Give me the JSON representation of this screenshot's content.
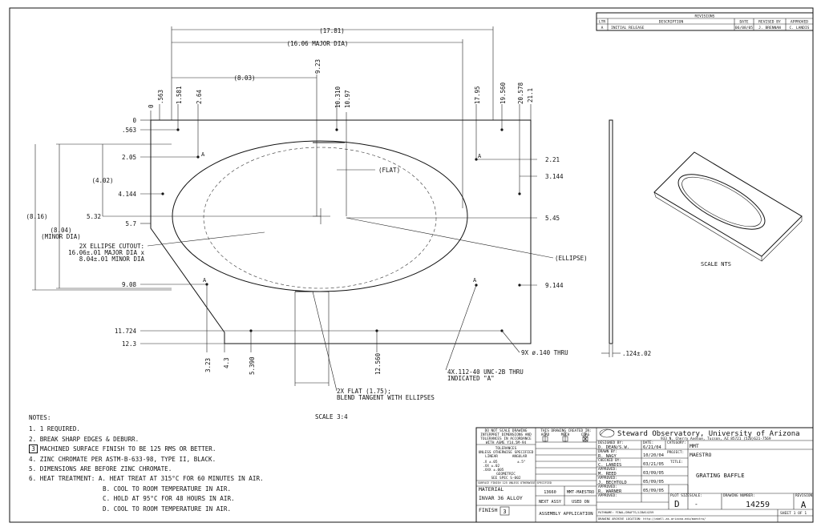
{
  "revisions": {
    "header": "REVISIONS",
    "columns": [
      "LTR",
      "DESCRIPTION",
      "DATE",
      "REVISED BY",
      "APPROVED"
    ],
    "rows": [
      [
        "A",
        "INITIAL RELEASE",
        "06/08/05",
        "J. BRENNAN",
        "C. LANDIS"
      ]
    ]
  },
  "dims": {
    "overall_17_81": "(17.81)",
    "major_dia": "(16.06 MAJOR DIA)",
    "dim_8_03": "(8.03)",
    "x_0": "0",
    "x_563": ".563",
    "x_1581": "1.581",
    "x_264": "2.64",
    "x_923": "9.23",
    "x_10310": "10.310",
    "x_1097": "10.97",
    "x_1795": "17.95",
    "x_19560": "19.560",
    "x_20578": "20.578",
    "x_211": "21.1",
    "y_0": "0",
    "y_563": ".563",
    "y_205": "2.05",
    "y_4144": "4.144",
    "y_532": "5.32",
    "y_57": "5.7",
    "y_908": "9.08",
    "y_11724": "11.724",
    "y_123": "12.3",
    "r_221": "2.21",
    "r_3144": "3.144",
    "r_545": "5.45",
    "r_9144": "9.144",
    "dim_402": "(4.02)",
    "dim_816": "(8.16)",
    "dim_804": "(8.04)",
    "minor_dia": "(MINOR DIA)",
    "flat": "(FLAT)",
    "ellipse": "(ELLIPSE)",
    "b_323": "3.23",
    "b_43": "4.3",
    "b_5390": "5.390",
    "b_12560": "12.560",
    "thru": "9X ø.140 THRU",
    "thickness": ".124±.02",
    "tap_line1": "4X.112-40 UNC-2B THRU",
    "tap_line2": "INDICATED \"A\"",
    "flat_line1": "2X FLAT (1.75);",
    "flat_line2": "BLEND TANGENT WITH ELLIPSES",
    "cut_line1": "2X ELLIPSE CUTOUT:",
    "cut_line2": "16.06±.01 MAJOR DIA x",
    "cut_line3": "8.04±.01 MINOR DIA",
    "marker_a": "A"
  },
  "scale_main": "SCALE 3:4",
  "scale_nts": "SCALE NTS",
  "notes": {
    "title": "NOTES:",
    "items": [
      "1. 1 REQUIRED.",
      "2. BREAK SHARP EDGES & DEBURR.",
      "3",
      "MACHINED SURFACE FINISH TO BE 125 RMS OR BETTER.",
      "4. ZINC CHROMATE PER ASTM-B-633-98, TYPE II, BLACK.",
      "5. DIMENSIONS ARE BEFORE ZINC CHROMATE.",
      "6. HEAT TREATMENT: A. HEAT TREAT AT 315°C FOR 60 MINUTES IN AIR.",
      "B. COOL TO ROOM TEMPERATURE IN AIR.",
      "C. HOLD AT 95°C FOR 48 HOURS IN AIR.",
      "D. COOL TO ROOM TEMPERATURE IN AIR."
    ]
  },
  "title_block": {
    "no_scale": "DO NOT SCALE DRAWING",
    "interpret": "INTERPRET DIMENSIONS AND",
    "tol_accord": "TOLERANCES IN ACCORDANCE",
    "asme": "WITH ASME Y14.5M-94",
    "created_in": "THIS DRAWING CREATED IN:",
    "acad": "ACAD",
    "mech": "MECH",
    "cdag": "CDAG",
    "tolerances": "TOLERANCES",
    "unless": "UNLESS OTHERWISE SPECIFIED",
    "linear": "LINEAR",
    "angular": "ANGULAR",
    "lin1": ".X  ±.05",
    "lin2": ".XX ±.02",
    "lin3": ".XXX ±.005",
    "ang": "±.5°",
    "geometric": "GEOMETRIC",
    "see_spec": "SEE SPEC S-002",
    "surface": "SURFACE FINISH 125 UNLESS OTHERWISE SPECIFIED",
    "material_label": "MATERIAL",
    "material": "INVAR 36 ALLOY",
    "finish_label": "FINISH",
    "finish_num": "3",
    "part_no": "13660",
    "mmt_maestro": "MMT-MAESTRO",
    "next_assy": "NEXT ASSY",
    "used_on": "USED ON",
    "assembly_app": "ASSEMBLY APPLICATION",
    "org": "Steward Observatory, University of Arizona",
    "address": "933 N. Cherry Avenue, Tucson, AZ 85721  (520)621-7569",
    "designed_by_l": "DESIGNED BY:",
    "designed_by": "D. DEAN/S.W.",
    "date_l": "DATE:",
    "date": "6/21/04",
    "category_l": "CATEGORY:",
    "category": "MMT",
    "drawn_by_l": "DRAWN BY:",
    "drawn_by": "R. NAGY",
    "drawn_date": "10/20/04",
    "project_l": "PROJECT:",
    "project": "MAESTRO",
    "checked_by_l": "CHECKED BY:",
    "checked_by": "C. LANDIS",
    "checked_date": "03/21/05",
    "title_l": "TITLE:",
    "title": "GRATING BAFFLE",
    "approved1_l": "APPROVED:",
    "approved1": "M. REED",
    "approved1_date": "03/09/05",
    "approved2_l": "APPROVED:",
    "approved2": "J. BECHTOLD",
    "approved2_date": "05/09/05",
    "approved3_l": "APPROVED:",
    "approved3": "R. WARNER",
    "approved3_date": "05/09/05",
    "approved4_l": "APPROVED:",
    "plot_size_l": "PLOT SIZE",
    "plot_size": "D",
    "scale_l": "SCALE:",
    "scale": "-",
    "drawing_number_l": "DRAWING NUMBER:",
    "drawing_number": "14259",
    "revision_l": "REVISION",
    "revision": "A",
    "pathname": "PATHNAME: FINAL/DRAFTS/LIB#14259",
    "archive": "DRAWING ARCHIVE LOCATION: http://abell.as.arizona.edu/maestro/",
    "sheet": "SHEET 1 OF 1"
  }
}
